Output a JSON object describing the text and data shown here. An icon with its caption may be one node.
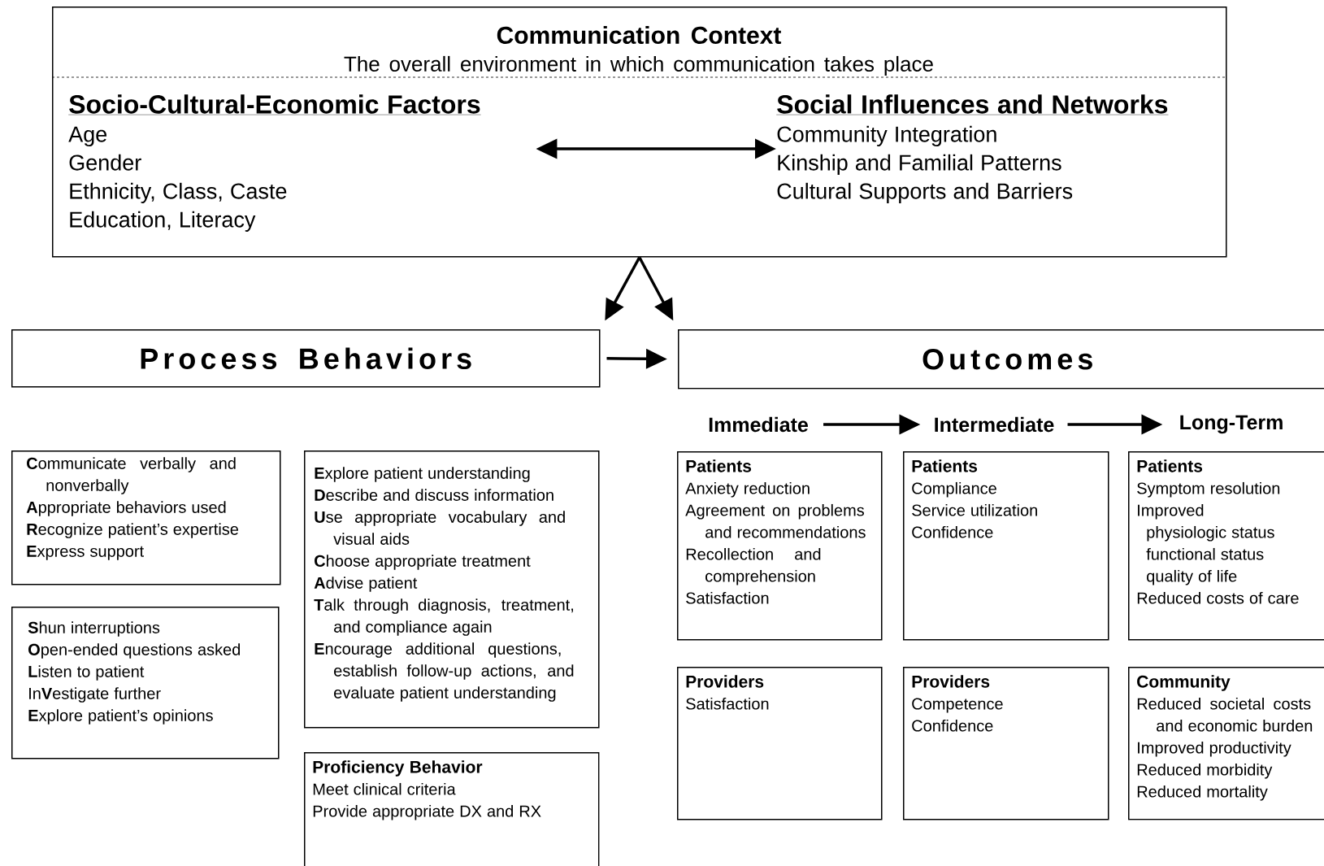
{
  "diagram": {
    "nodes": [
      {
        "text": [
          "Communication Context",
          "The overall environment in which communication takes place"
        ]
      },
      {
        "text": [
          "Socio-Cultural-Economic Factors",
          "Age",
          "Gender",
          "Ethnicity, Class, Caste",
          "Education, Literacy"
        ],
        "in": 0
      },
      {
        "text": [
          "Social Influences and Networks",
          "Community Integration",
          "Kinship and Familial Patterns",
          "Cultural Supports and Barriers"
        ],
        "in": 0
      },
      {
        "text": [
          "Process Behaviors"
        ]
      },
      {
        "text": [
          "Outcomes"
        ]
      },
      {
        "text": [
          "Immediate"
        ]
      },
      {
        "text": [
          "Intermediate"
        ]
      },
      {
        "text": [
          "Long-Term"
        ]
      },
      {
        "text": [
          "**C**ommunicate verbally and nonverbally",
          "**A**ppropriate behaviors used",
          "**R**ecognize patient’s expertise",
          "**E**xpress support"
        ]
      },
      {
        "text": [
          "**S**hun interruptions",
          "**O**pen-ended questions asked",
          "**L**isten to patient",
          "In**V**estigate further",
          "**E**xplore patient’s opinions"
        ]
      },
      {
        "text": [
          "**E**xplore patient understanding",
          "**D**escribe and discuss information",
          "**U**se appropriate vocabulary and visual aids",
          "**C**hoose appropriate treatment",
          "**A**dvise patient",
          "**T**alk through diagnosis, treatment, and compliance again",
          "**E**ncourage additional questions, establish follow-up actions, and evaluate patient understanding"
        ]
      },
      {
        "text": [
          "Proficiency Behavior",
          "Meet clinical criteria",
          "Provide appropriate DX and RX"
        ]
      },
      {
        "text": [
          "Patients",
          "Anxiety reduction",
          "Agreement on problems and recommendations",
          "Recollection and comprehension",
          "Satisfaction"
        ]
      },
      {
        "text": [
          "Patients",
          "Compliance",
          "Service utilization",
          "Confidence"
        ]
      },
      {
        "text": [
          "Patients",
          "Symptom resolution",
          "Improved",
          "physiologic status",
          "functional status",
          "quality of life",
          "Reduced costs of care"
        ]
      },
      {
        "text": [
          "Providers",
          "Satisfaction"
        ]
      },
      {
        "text": [
          "Providers",
          "Competence",
          "Confidence"
        ]
      },
      {
        "text": [
          "Community",
          "Reduced societal costs and economic burden",
          "Improved productivity",
          "Reduced morbidity",
          "Reduced mortality"
        ]
      }
    ],
    "edges": [
      {
        "from": 1,
        "to": 2,
        "arrow": "both"
      },
      {
        "from": 0,
        "to": 3,
        "arrow": "to"
      },
      {
        "from": 0,
        "to": 4,
        "arrow": "to"
      },
      {
        "from": 3,
        "to": 4,
        "arrow": "to"
      },
      {
        "from": 5,
        "to": 6,
        "arrow": "to"
      },
      {
        "from": 6,
        "to": 7,
        "arrow": "to"
      }
    ]
  }
}
